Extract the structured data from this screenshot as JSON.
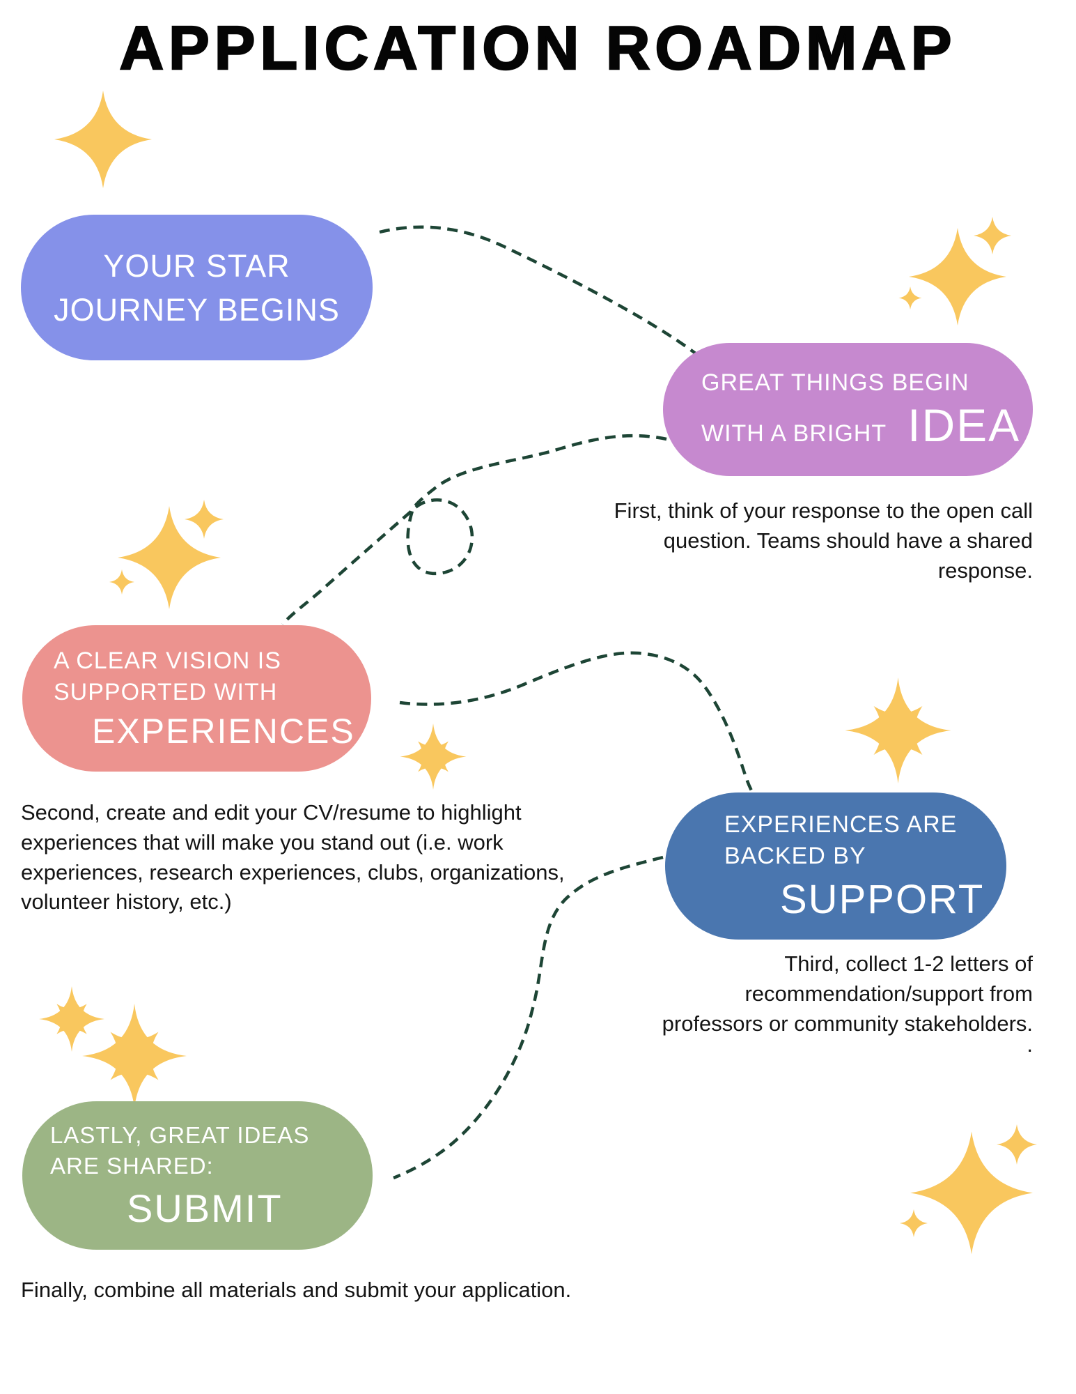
{
  "title": "APPLICATION ROADMAP",
  "colors": {
    "periwinkle": "#8591e9",
    "purple": "#c689cf",
    "pink": "#ec938f",
    "blue": "#4a76af",
    "green": "#9cb585",
    "sparkle": "#f9c75e",
    "connector": "#1d4535",
    "text": "#141414"
  },
  "icons": {
    "sparkle_4pt": "four-point-star",
    "sparkle_8pt": "eight-point-star"
  },
  "steps": [
    {
      "lines": [
        "YOUR STAR",
        "JOURNEY BEGINS"
      ],
      "emphasis": "",
      "color": "#8591e9",
      "description": ""
    },
    {
      "lines": [
        "GREAT THINGS BEGIN",
        "WITH A BRIGHT"
      ],
      "emphasis": "IDEA",
      "color": "#c689cf",
      "description": "First, think of your response to the open call question. Teams should have a shared response."
    },
    {
      "lines": [
        "A CLEAR VISION IS",
        "SUPPORTED WITH"
      ],
      "emphasis": "EXPERIENCES",
      "color": "#ec938f",
      "description": "Second, create and edit your CV/resume to highlight experiences that will make you stand out (i.e. work experiences, research experiences, clubs, organizations, volunteer history, etc.)"
    },
    {
      "lines": [
        "EXPERIENCES ARE",
        "BACKED BY"
      ],
      "emphasis": "SUPPORT",
      "color": "#4a76af",
      "description": "Third, collect 1-2 letters of recommendation/support from professors or community stakeholders.",
      "description_suffix": "."
    },
    {
      "lines": [
        "LASTLY, GREAT IDEAS",
        "ARE SHARED:"
      ],
      "emphasis": "SUBMIT",
      "color": "#9cb585",
      "description": "Finally, combine all materials and submit your application."
    }
  ]
}
